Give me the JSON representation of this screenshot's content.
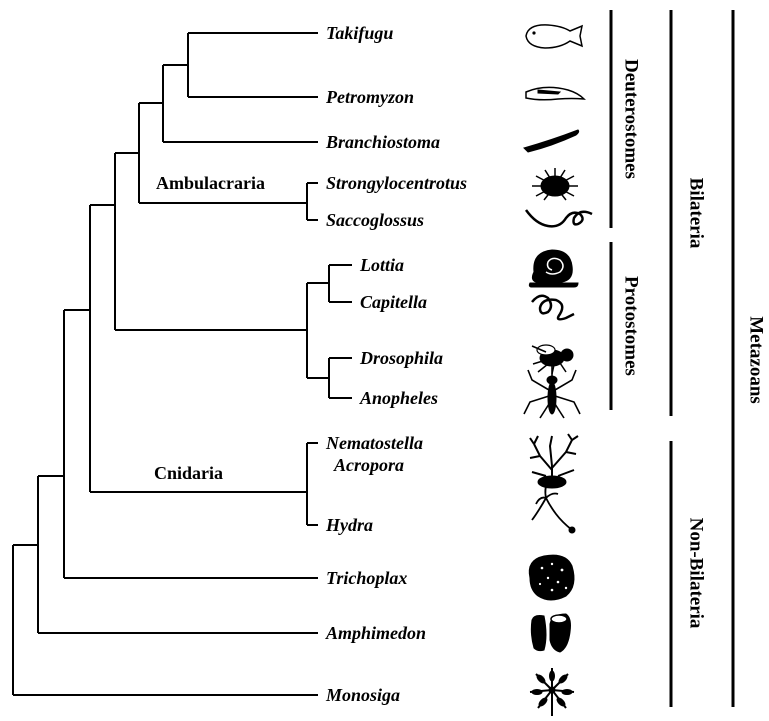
{
  "taxa": {
    "takifugu": "Takifugu",
    "petromyzon": "Petromyzon",
    "branchiostoma": "Branchiostoma",
    "strongylocentrotus": "Strongylocentrotus",
    "saccoglossus": "Saccoglossus",
    "lottia": "Lottia",
    "capitella": "Capitella",
    "drosophila": "Drosophila",
    "anopheles": "Anopheles",
    "nematostella": "Nematostella",
    "acropora": "Acropora",
    "hydra": "Hydra",
    "trichoplax": "Trichoplax",
    "amphimedon": "Amphimedon",
    "monosiga": "Monosiga"
  },
  "clades": {
    "ambulacraria": "Ambulacraria",
    "cnidaria": "Cnidaria"
  },
  "groups": {
    "deuterostomes": "Deuterostomes",
    "protostomes": "Protostomes",
    "bilateria": "Bilateria",
    "non_bilateria": "Non-Bilateria",
    "metazoans": "Metazoans"
  },
  "silhouettes": [
    "pufferfish-icon",
    "lamprey-icon",
    "lancelet-icon",
    "sea-urchin-icon",
    "acorn-worm-icon",
    "limpet-snail-icon",
    "polychaete-worm-icon",
    "fruit-fly-icon",
    "mosquito-icon",
    "coral-icon",
    "hydra-icon",
    "placozoan-icon",
    "sponge-icon",
    "choanoflagellate-icon"
  ]
}
